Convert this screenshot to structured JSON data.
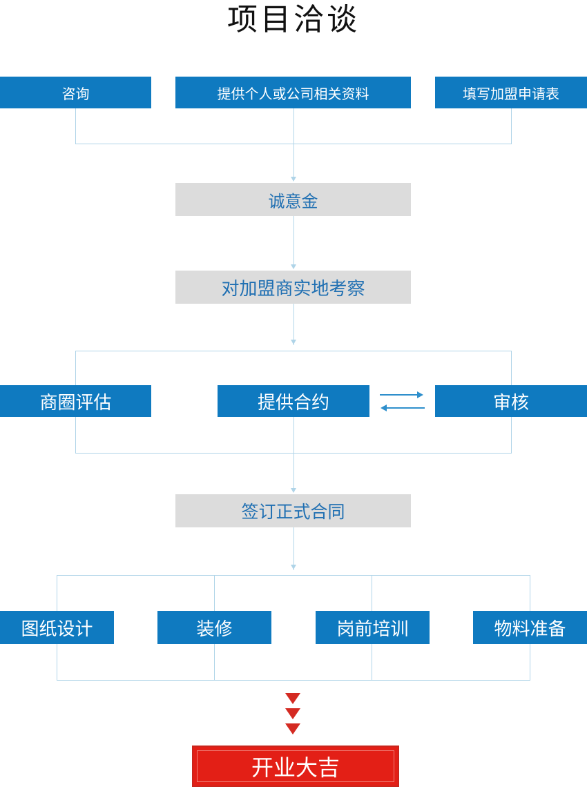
{
  "title": "项目洽谈",
  "colors": {
    "blue_box": "#0F7AC0",
    "gray_box": "#DCDCDC",
    "gray_box_text": "#1F6FB2",
    "red_box": "#E31F16",
    "connector": "#AFD4E8",
    "arrow_blue": "#2E8FCC",
    "triangle_red": "#D42A22",
    "title_text": "#111111"
  },
  "flow": {
    "row1": [
      {
        "label": "咨询"
      },
      {
        "label": "提供个人或公司相关资料"
      },
      {
        "label": "填写加盟申请表"
      }
    ],
    "step_deposit": {
      "label": "诚意金"
    },
    "step_survey": {
      "label": "对加盟商实地考察"
    },
    "row3": [
      {
        "label": "商圈评估"
      },
      {
        "label": "提供合约"
      },
      {
        "label": "审核"
      }
    ],
    "step_contract": {
      "label": "签订正式合同"
    },
    "row5": [
      {
        "label": "图纸设计"
      },
      {
        "label": "装修"
      },
      {
        "label": "岗前培训"
      },
      {
        "label": "物料准备"
      }
    ],
    "final": {
      "label": "开业大吉"
    }
  }
}
